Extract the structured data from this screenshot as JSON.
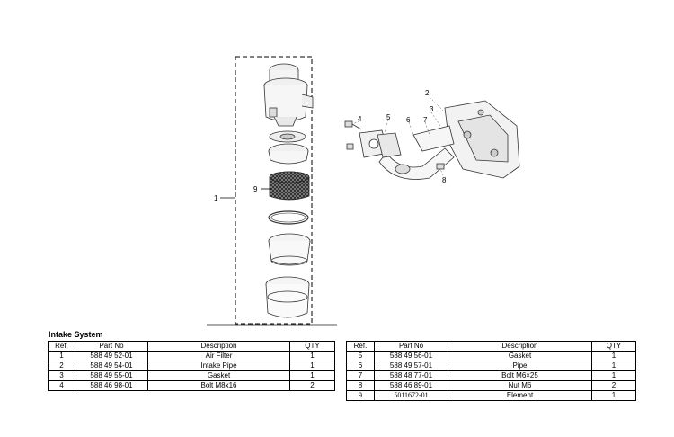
{
  "section_title": "Intake System",
  "columns": [
    "Ref.",
    "Part No",
    "Description",
    "QTY"
  ],
  "left_rows": [
    {
      "ref": "1",
      "part_no": "588 49 52-01",
      "description": "Air Filter",
      "qty": "1"
    },
    {
      "ref": "2",
      "part_no": "588 49 54-01",
      "description": "Intake Pipe",
      "qty": "1"
    },
    {
      "ref": "3",
      "part_no": "588 49 55-01",
      "description": "Gasket",
      "qty": "1"
    },
    {
      "ref": "4",
      "part_no": "588 46 98-01",
      "description": "Bolt M8x16",
      "qty": "2"
    }
  ],
  "right_rows": [
    {
      "ref": "5",
      "part_no": "588 49 56-01",
      "description": "Gasket",
      "qty": "1"
    },
    {
      "ref": "6",
      "part_no": "588 49 57-01",
      "description": "Pipe",
      "qty": "1"
    },
    {
      "ref": "7",
      "part_no": "588 48 77-01",
      "description": "Bolt M6×25",
      "qty": "1"
    },
    {
      "ref": "8",
      "part_no": "588 46 89-01",
      "description": "Nut M6",
      "qty": "2"
    },
    {
      "ref": "9",
      "part_no": "5011672-01",
      "description": "Element",
      "qty": "1"
    }
  ],
  "callouts": {
    "c1": "1",
    "c2": "2",
    "c3": "3",
    "c4": "4",
    "c5": "5",
    "c6": "6",
    "c7": "7",
    "c8": "8",
    "c9": "9"
  }
}
